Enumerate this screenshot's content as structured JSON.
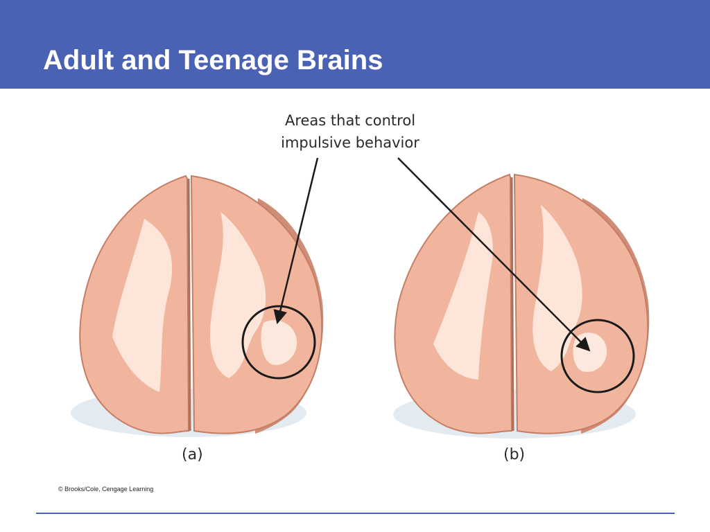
{
  "slide": {
    "title": "Adult and Teenage Brains"
  },
  "figure": {
    "callout_line1": "Areas that control",
    "callout_line2": "impulsive behavior",
    "label_a": "(a)",
    "label_b": "(b)",
    "credit": "© Brooks/Cole, Cengage Learning"
  },
  "colors": {
    "header": "#4a62b4",
    "gray_matter": "#f1b49c",
    "white_matter": "#fde8dd",
    "outline": "#c47e66"
  }
}
